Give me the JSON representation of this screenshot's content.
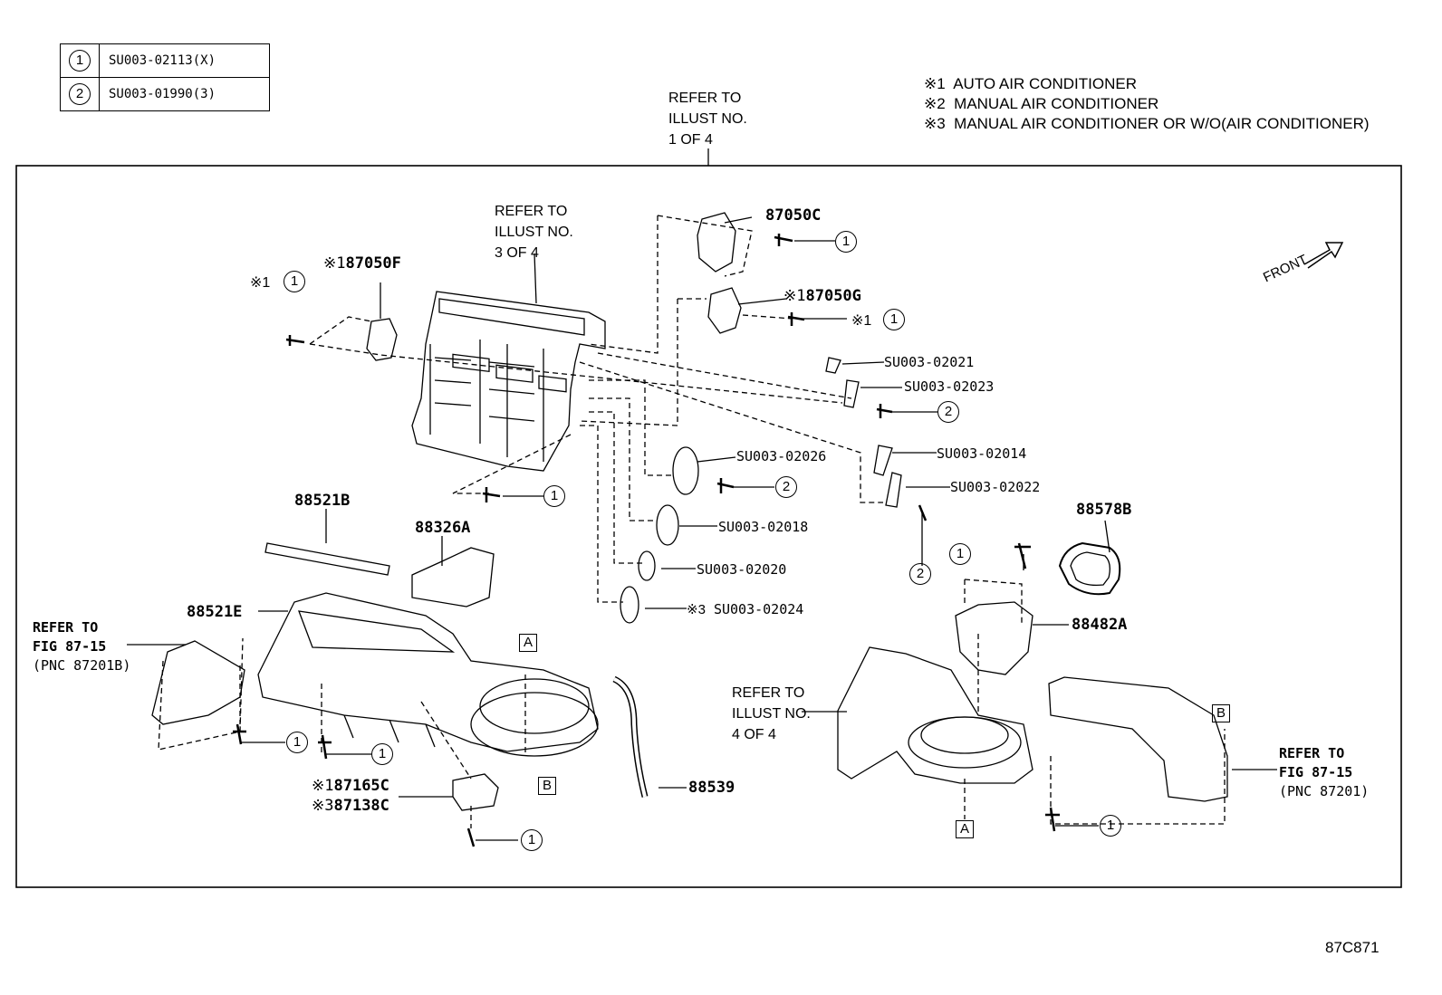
{
  "legend": [
    {
      "num": "1",
      "code": "SU003-02113(X)"
    },
    {
      "num": "2",
      "code": "SU003-01990(3)"
    }
  ],
  "notes": [
    {
      "mark": "※1",
      "text": "AUTO AIR CONDITIONER"
    },
    {
      "mark": "※2",
      "text": "MANUAL AIR CONDITIONER"
    },
    {
      "mark": "※3",
      "text": "MANUAL AIR CONDITIONER OR W/O(AIR CONDITIONER)"
    }
  ],
  "refs": {
    "top": [
      "REFER TO",
      "ILLUST NO.",
      "1 OF 4"
    ],
    "mid": [
      "REFER TO",
      "ILLUST NO.",
      "3 OF 4"
    ],
    "right": [
      "REFER TO",
      "ILLUST NO.",
      "4 OF 4"
    ],
    "left_fig": [
      "REFER TO",
      "FIG 87-15",
      "(PNC 87201B)"
    ],
    "right_fig": [
      "REFER TO",
      "FIG 87-15",
      "(PNC 87201)"
    ]
  },
  "front_label": "FRONT",
  "parts": {
    "p87050C": "87050C",
    "p87050G": "87050G",
    "p87050F": "87050F",
    "p88521B": "88521B",
    "p88326A": "88326A",
    "p88521E": "88521E",
    "p87165C": "87165C",
    "p87138C": "87138C",
    "p88539": "88539",
    "p88578B": "88578B",
    "p88482A": "88482A",
    "su02021": "SU003-02021",
    "su02023": "SU003-02023",
    "su02014": "SU003-02014",
    "su02022": "SU003-02022",
    "su02026": "SU003-02026",
    "su02018": "SU003-02018",
    "su02020": "SU003-02020",
    "su02024": "SU003-02024"
  },
  "marks": {
    "m1": "※1",
    "m3": "※3"
  },
  "circle_one": "1",
  "circle_two": "2",
  "box_a": "A",
  "box_b": "B",
  "diagram_id": "87C871"
}
